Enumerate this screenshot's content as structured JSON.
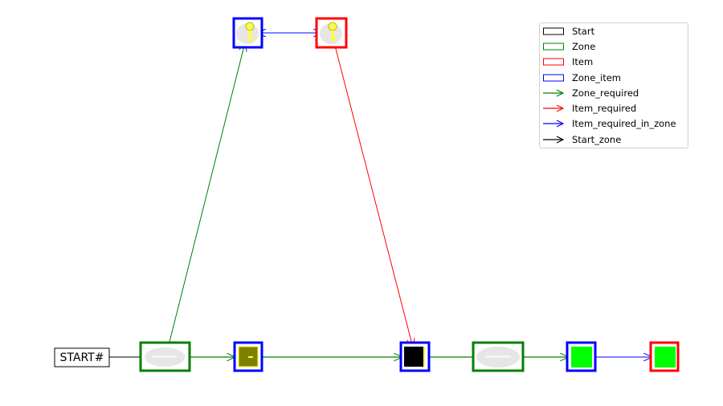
{
  "colors": {
    "start": "#000000",
    "zone": "#008000",
    "item": "#ff0000",
    "zone_item": "#0000ff",
    "node_fill": "#e6e6e6",
    "key_yellow": "#ffff33",
    "olive": "#808000",
    "bright_green": "#00ff00",
    "black_fill": "#000000"
  },
  "start_node": {
    "label": "START#"
  },
  "nodes": [
    {
      "id": "zone1",
      "kind": "Zone",
      "icon": "gray-blob-icon"
    },
    {
      "id": "zi_olive",
      "kind": "Zone_item",
      "icon": "olive-square-icon"
    },
    {
      "id": "zi_black",
      "kind": "Zone_item",
      "icon": "black-square-icon"
    },
    {
      "id": "zone2",
      "kind": "Zone",
      "icon": "gray-blob-icon"
    },
    {
      "id": "zi_green",
      "kind": "Zone_item",
      "icon": "green-square-icon"
    },
    {
      "id": "item_green",
      "kind": "Item",
      "icon": "green-square-icon"
    },
    {
      "id": "zi_key",
      "kind": "Zone_item",
      "icon": "key-icon"
    },
    {
      "id": "item_key",
      "kind": "Item",
      "icon": "key-icon"
    }
  ],
  "legend": {
    "entries": [
      {
        "label": "Start",
        "type": "patch",
        "color": "#000000"
      },
      {
        "label": "Zone",
        "type": "patch",
        "color": "#008000"
      },
      {
        "label": "Item",
        "type": "patch",
        "color": "#ff0000"
      },
      {
        "label": "Zone_item",
        "type": "patch",
        "color": "#0000ff"
      },
      {
        "label": "Zone_required",
        "type": "arrow",
        "color": "#008000"
      },
      {
        "label": "Item_required",
        "type": "arrow",
        "color": "#ff0000"
      },
      {
        "label": "Item_required_in_zone",
        "type": "arrow",
        "color": "#0000ff"
      },
      {
        "label": "Start_zone",
        "type": "arrow",
        "color": "#000000"
      }
    ]
  }
}
